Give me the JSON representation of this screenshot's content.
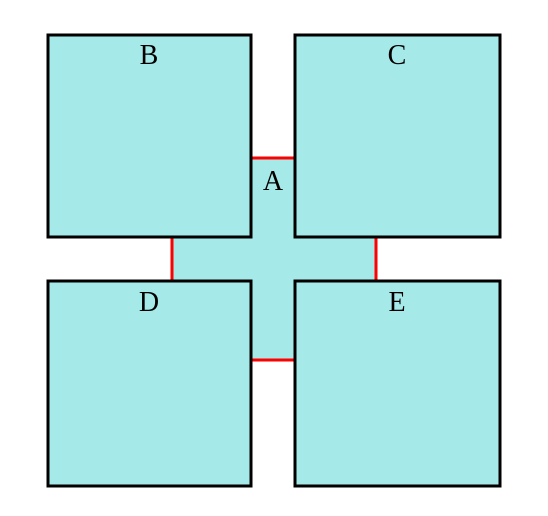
{
  "colors": {
    "fill": "#a6e9e9",
    "border": "#000000",
    "connector": "#ff0000"
  },
  "regions": {
    "center": {
      "label": "A"
    },
    "top_left": {
      "label": "B"
    },
    "top_right": {
      "label": "C"
    },
    "bottom_left": {
      "label": "D"
    },
    "bottom_right": {
      "label": "E"
    }
  }
}
